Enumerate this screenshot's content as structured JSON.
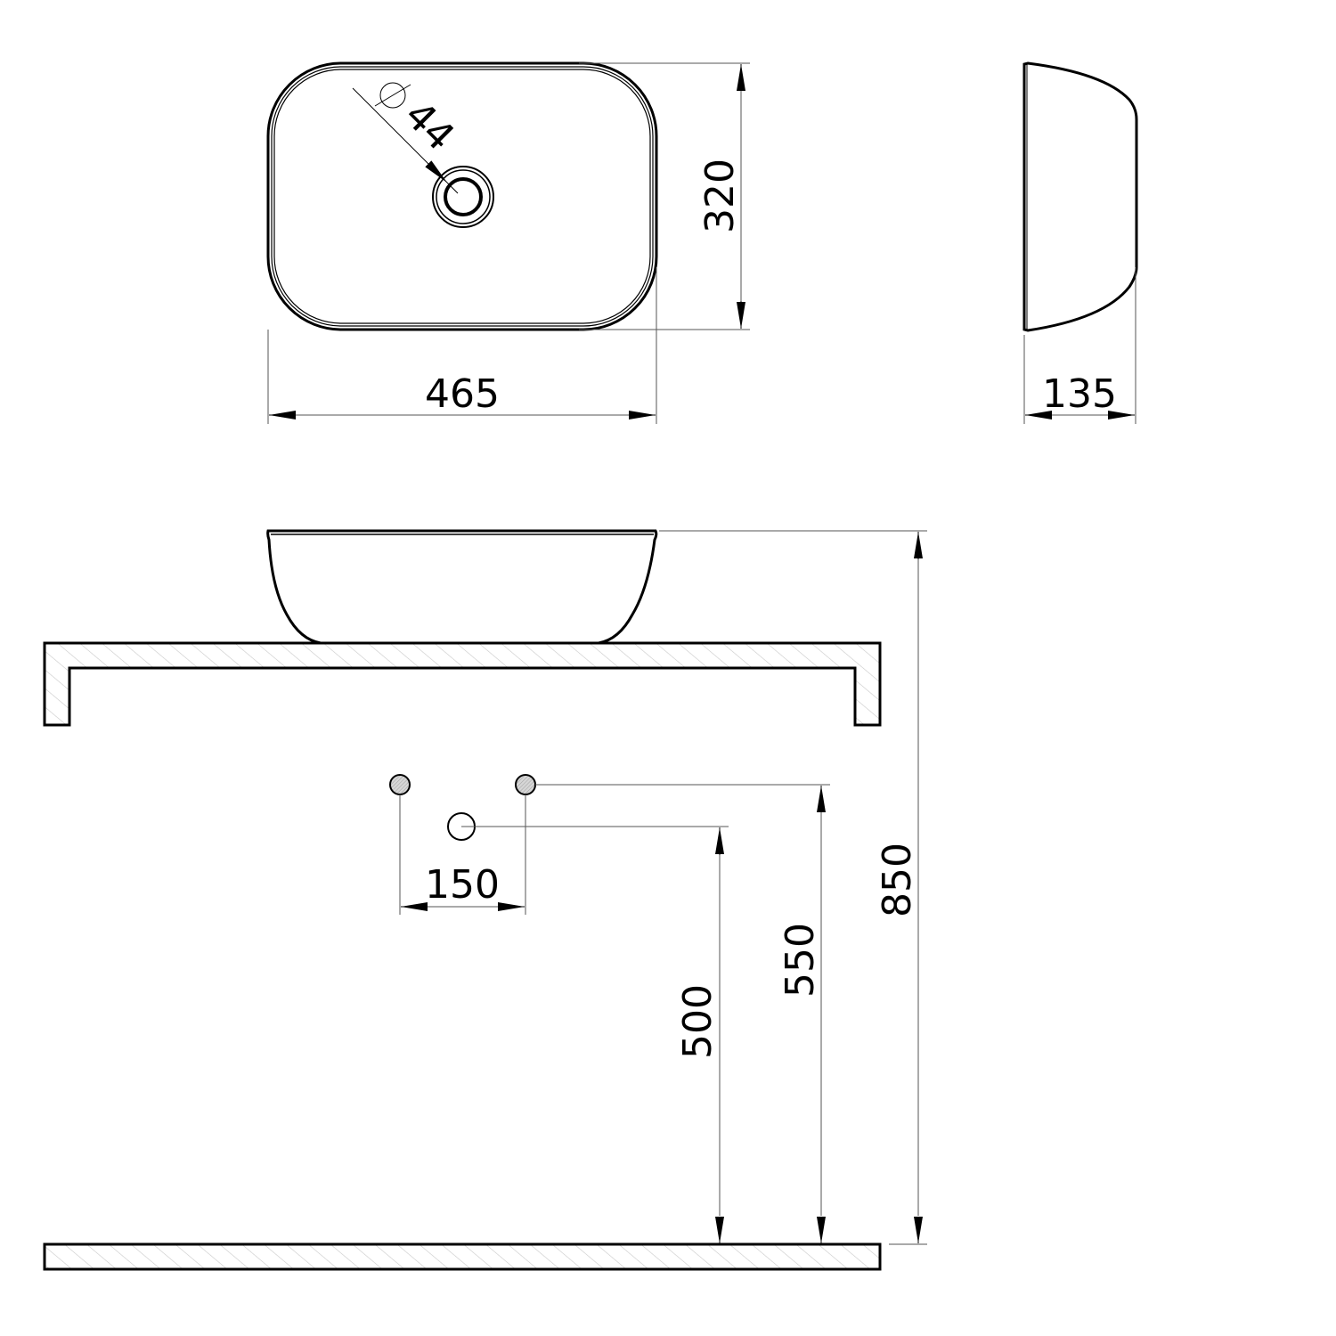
{
  "drawing": {
    "title": "Countertop washbasin dimension drawing",
    "units": "mm",
    "colors": {
      "line": "#000000",
      "hatch": "#c8c8c8",
      "fixture_fill": "#cfcfcf"
    },
    "top_view": {
      "width_label": "465",
      "depth_label": "320",
      "drain_label": "44",
      "drain_symbol": "diameter-symbol"
    },
    "side_view": {
      "height_label": "135"
    },
    "front_view": {
      "tap_spacing_label": "150",
      "drain_height_label": "500",
      "supply_height_label": "550",
      "overall_height_label": "850"
    }
  }
}
